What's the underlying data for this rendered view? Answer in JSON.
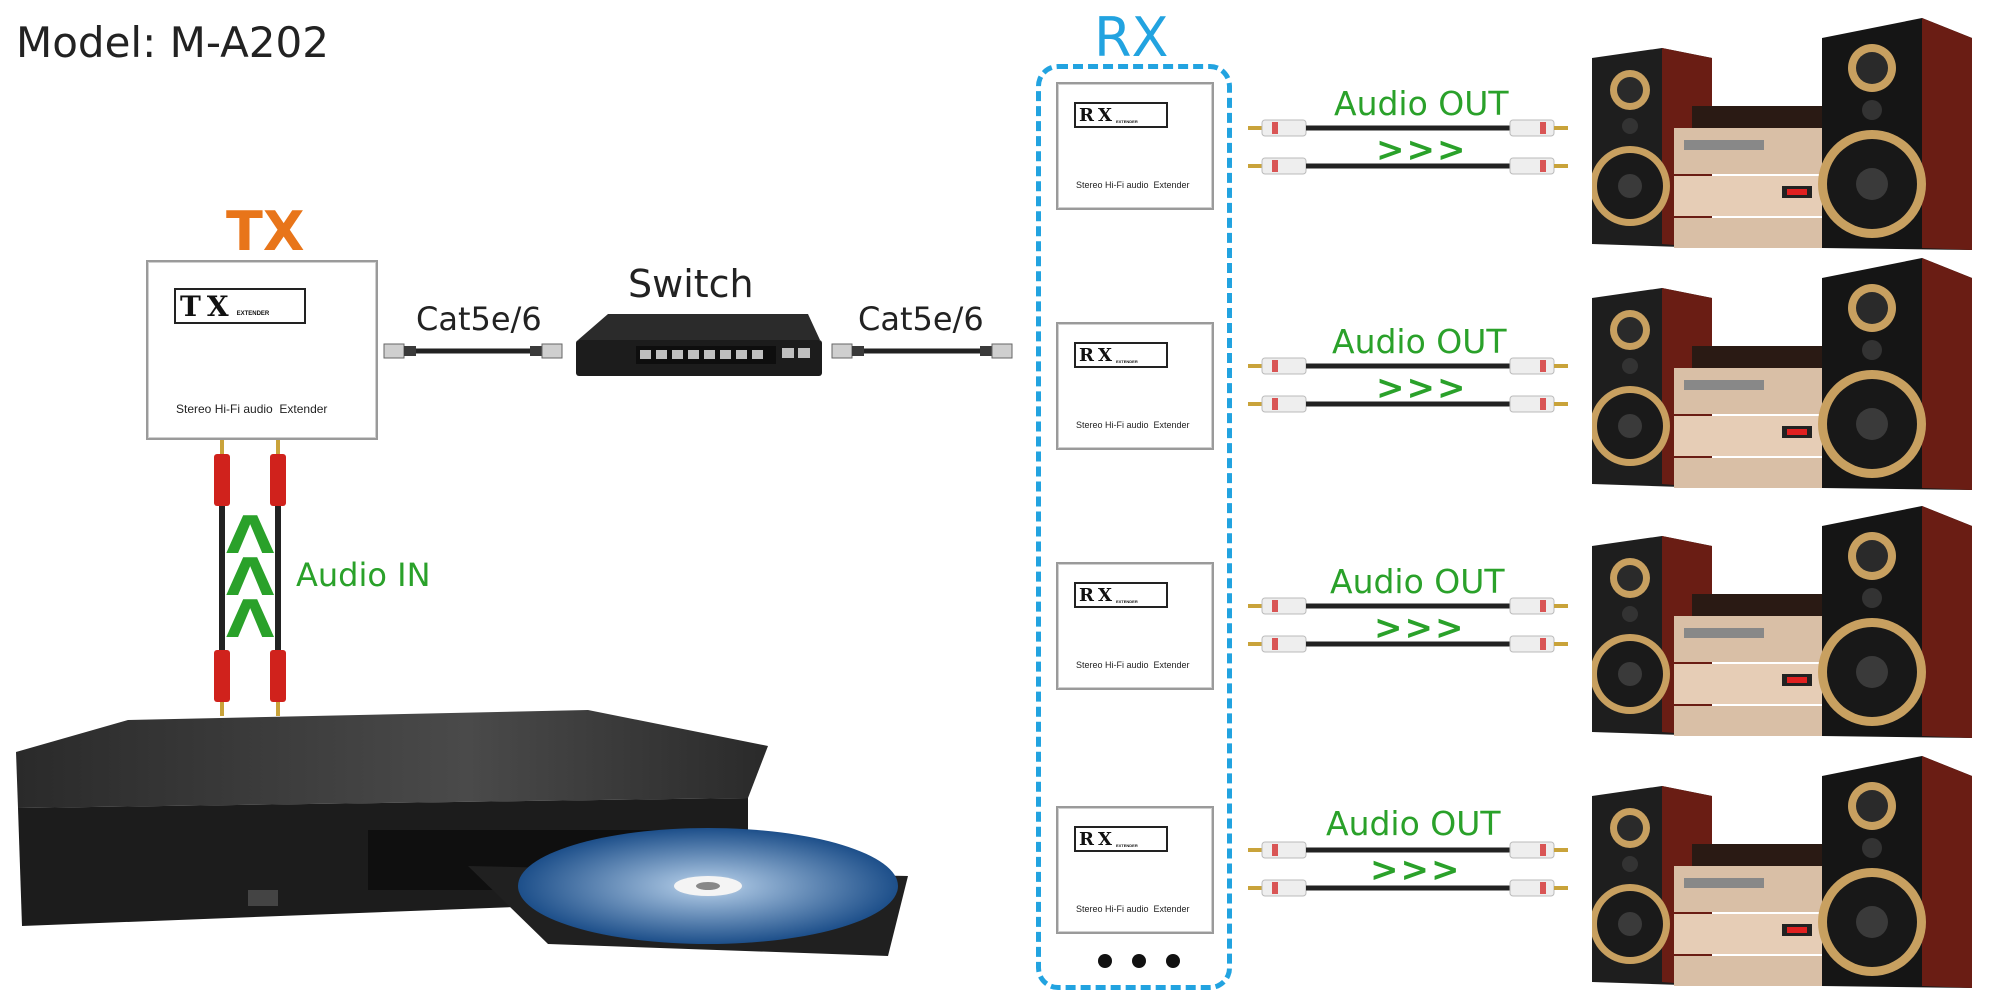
{
  "model_label": "Model: M-A202",
  "tx": {
    "title": "TX",
    "logo_text": "TX",
    "logo_small": "EXTENDER",
    "subtitle": "Stereo Hi-Fi audio  Extender"
  },
  "switch_label": "Switch",
  "cable_left_label": "Cat5e/6",
  "cable_right_label": "Cat5e/6",
  "audio_in_label": "Audio IN",
  "rx": {
    "title": "RX",
    "units": [
      {
        "logo_text": "RX",
        "logo_small": "EXTENDER",
        "subtitle": "Stereo Hi-Fi audio  Extender",
        "out_label": "Audio OUT",
        "arrows": ">>>"
      },
      {
        "logo_text": "RX",
        "logo_small": "EXTENDER",
        "subtitle": "Stereo Hi-Fi audio  Extender",
        "out_label": "Audio OUT",
        "arrows": ">>>"
      },
      {
        "logo_text": "RX",
        "logo_small": "EXTENDER",
        "subtitle": "Stereo Hi-Fi audio  Extender",
        "out_label": "Audio OUT",
        "arrows": ">>>"
      },
      {
        "logo_text": "RX",
        "logo_small": "EXTENDER",
        "subtitle": "Stereo Hi-Fi audio  Extender",
        "out_label": "Audio OUT",
        "arrows": ">>>"
      }
    ]
  },
  "colors": {
    "tx_title": "#e8751a",
    "rx_accent": "#22a3e0",
    "label_green": "#2aa12a",
    "rca_red": "#d0221c"
  }
}
